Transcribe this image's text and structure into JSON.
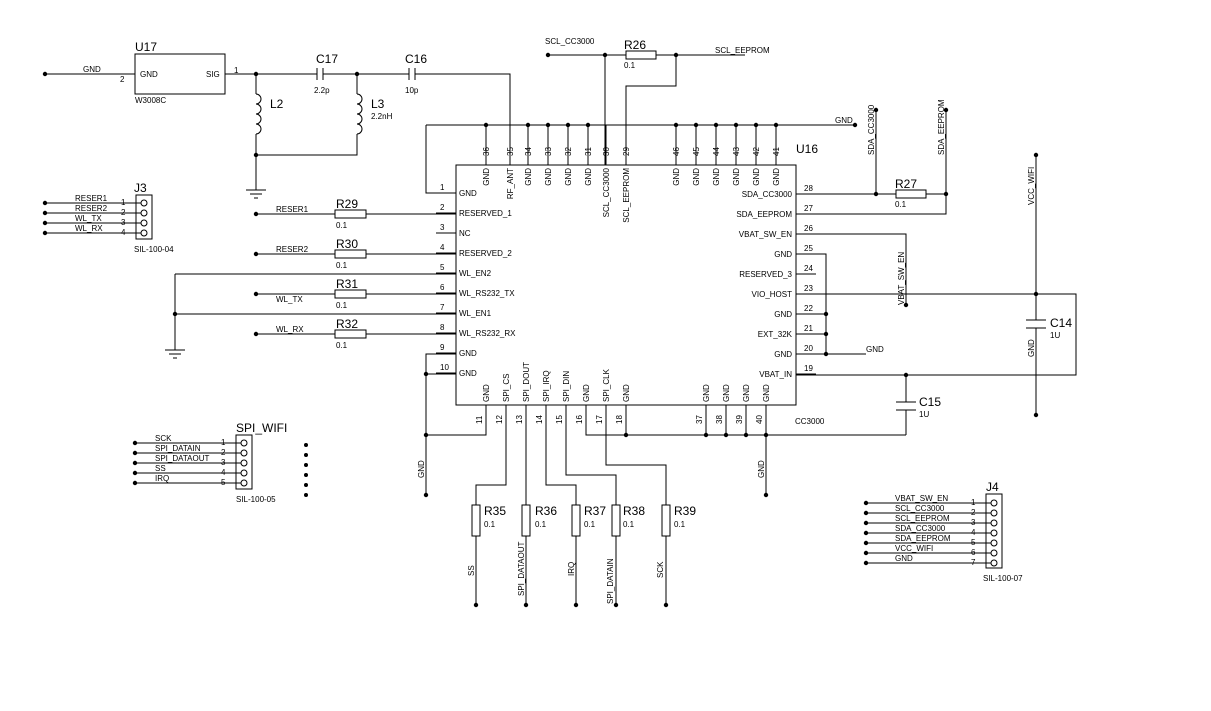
{
  "chip": {
    "ref": "U16",
    "part": "CC3000",
    "left_pins": [
      {
        "num": "1",
        "name": "GND"
      },
      {
        "num": "2",
        "name": "RESERVED_1"
      },
      {
        "num": "3",
        "name": "NC"
      },
      {
        "num": "4",
        "name": "RESERVED_2"
      },
      {
        "num": "5",
        "name": "WL_EN2"
      },
      {
        "num": "6",
        "name": "WL_RS232_TX"
      },
      {
        "num": "7",
        "name": "WL_EN1"
      },
      {
        "num": "8",
        "name": "WL_RS232_RX"
      },
      {
        "num": "9",
        "name": "GND"
      },
      {
        "num": "10",
        "name": "GND"
      }
    ],
    "right_pins": [
      {
        "num": "28",
        "name": "SDA_CC3000"
      },
      {
        "num": "27",
        "name": "SDA_EEPROM"
      },
      {
        "num": "26",
        "name": "VBAT_SW_EN"
      },
      {
        "num": "25",
        "name": "GND"
      },
      {
        "num": "24",
        "name": "RESERVED_3"
      },
      {
        "num": "23",
        "name": "VIO_HOST"
      },
      {
        "num": "22",
        "name": "GND"
      },
      {
        "num": "21",
        "name": "EXT_32K"
      },
      {
        "num": "20",
        "name": "GND"
      },
      {
        "num": "19",
        "name": "VBAT_IN"
      }
    ],
    "top_pins": [
      {
        "num": "36",
        "name": "GND"
      },
      {
        "num": "35",
        "name": "RF_ANT"
      },
      {
        "num": "34",
        "name": "GND"
      },
      {
        "num": "33",
        "name": "GND"
      },
      {
        "num": "32",
        "name": "GND"
      },
      {
        "num": "31",
        "name": "GND"
      },
      {
        "num": "30",
        "name": "SCL_CC3000"
      },
      {
        "num": "29",
        "name": "SCL_EEPROM"
      },
      {
        "num": "46",
        "name": "GND"
      },
      {
        "num": "45",
        "name": "GND"
      },
      {
        "num": "44",
        "name": "GND"
      },
      {
        "num": "43",
        "name": "GND"
      },
      {
        "num": "42",
        "name": "GND"
      },
      {
        "num": "41",
        "name": "GND"
      }
    ],
    "bottom_pins": [
      {
        "num": "11",
        "name": "GND"
      },
      {
        "num": "12",
        "name": "SPI_CS"
      },
      {
        "num": "13",
        "name": "SPI_DOUT"
      },
      {
        "num": "14",
        "name": "SPI_IRQ"
      },
      {
        "num": "15",
        "name": "SPI_DIN"
      },
      {
        "num": "16",
        "name": "GND"
      },
      {
        "num": "17",
        "name": "SPI_CLK"
      },
      {
        "num": "18",
        "name": "GND"
      },
      {
        "num": "37",
        "name": "GND"
      },
      {
        "num": "38",
        "name": "GND"
      },
      {
        "num": "39",
        "name": "GND"
      },
      {
        "num": "40",
        "name": "GND"
      }
    ]
  },
  "antenna": {
    "ref": "U17",
    "part": "W3008C",
    "pin_gnd": "GND",
    "pin_sig": "SIG",
    "pin_gnd_num": "2",
    "pin_sig_num": "1",
    "net_gnd": "GND"
  },
  "passives": {
    "C17": {
      "ref": "C17",
      "value": "2.2p"
    },
    "C16": {
      "ref": "C16",
      "value": "10p"
    },
    "L2": {
      "ref": "L2",
      "value": ""
    },
    "L3": {
      "ref": "L3",
      "value": "2.2nH"
    },
    "R26": {
      "ref": "R26",
      "value": "0.1"
    },
    "R27": {
      "ref": "R27",
      "value": "0.1"
    },
    "R29": {
      "ref": "R29",
      "value": "0.1"
    },
    "R30": {
      "ref": "R30",
      "value": "0.1"
    },
    "R31": {
      "ref": "R31",
      "value": "0.1"
    },
    "R32": {
      "ref": "R32",
      "value": "0.1"
    },
    "R35": {
      "ref": "R35",
      "value": "0.1"
    },
    "R36": {
      "ref": "R36",
      "value": "0.1"
    },
    "R37": {
      "ref": "R37",
      "value": "0.1"
    },
    "R38": {
      "ref": "R38",
      "value": "0.1"
    },
    "R39": {
      "ref": "R39",
      "value": "0.1"
    },
    "C14": {
      "ref": "C14",
      "value": "1U"
    },
    "C15": {
      "ref": "C15",
      "value": "1U"
    }
  },
  "nets": {
    "scl_cc3000": "SCL_CC3000",
    "scl_eeprom": "SCL_EEPROM",
    "gnd": "GND",
    "sda_cc3000": "SDA_CC3000",
    "sda_eeprom": "SDA_EEPROM",
    "vcc_wifi": "VCC_WIFI",
    "vbat_sw_en": "VBAT_SW_EN",
    "reser1": "RESER1",
    "reser2": "RESER2",
    "wl_tx": "WL_TX",
    "wl_rx": "WL_RX",
    "ss": "SS",
    "spi_dataout": "SPI_DATAOUT",
    "irq": "IRQ",
    "spi_datain": "SPI_DATAIN",
    "sck": "SCK",
    "c14_gnd": "GND"
  },
  "connectors": {
    "J3": {
      "ref": "J3",
      "part": "SIL-100-04",
      "pins": [
        {
          "num": "1",
          "label": "RESER1"
        },
        {
          "num": "2",
          "label": "RESER2"
        },
        {
          "num": "3",
          "label": "WL_TX"
        },
        {
          "num": "4",
          "label": "WL_RX"
        }
      ]
    },
    "SPI": {
      "ref": "SPI_WIFI",
      "part": "SIL-100-05",
      "pins": [
        {
          "num": "1",
          "label": "SCK"
        },
        {
          "num": "2",
          "label": "SPI_DATAIN"
        },
        {
          "num": "3",
          "label": "SPI_DATAOUT"
        },
        {
          "num": "4",
          "label": "SS"
        },
        {
          "num": "5",
          "label": "IRQ"
        }
      ]
    },
    "J4": {
      "ref": "J4",
      "part": "SIL-100-07",
      "pins": [
        {
          "num": "1",
          "label": "VBAT_SW_EN"
        },
        {
          "num": "2",
          "label": "SCL_CC3000"
        },
        {
          "num": "3",
          "label": "SCL_EEPROM"
        },
        {
          "num": "4",
          "label": "SDA_CC3000"
        },
        {
          "num": "5",
          "label": "SDA_EEPROM"
        },
        {
          "num": "6",
          "label": "VCC_WIFI"
        },
        {
          "num": "7",
          "label": "GND"
        }
      ]
    }
  }
}
